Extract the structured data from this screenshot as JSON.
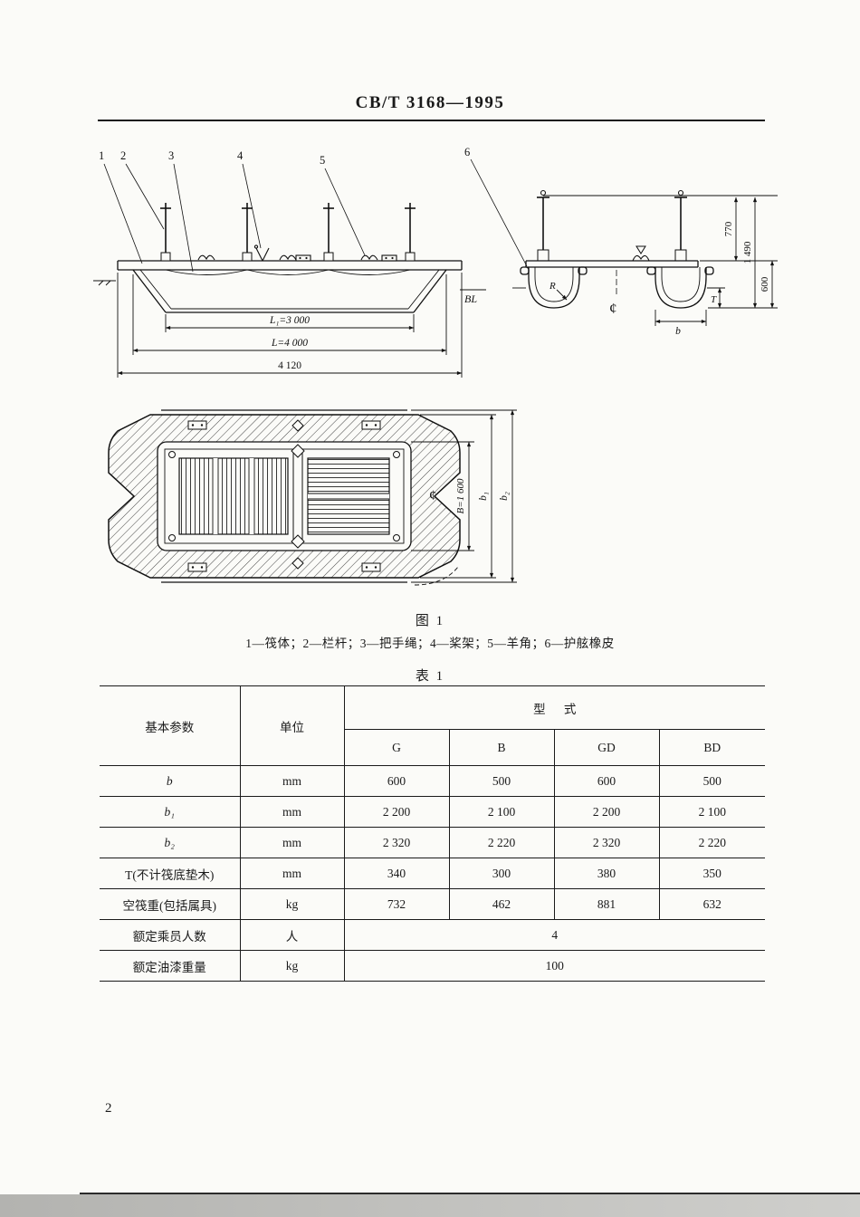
{
  "page": {
    "header_title": "CB/T 3168—1995",
    "page_number": "2"
  },
  "figure1": {
    "caption": "图 1",
    "legend": "1—筏体；2—栏杆；3—把手绳；4—桨架；5—羊角；6—护舷橡皮",
    "side_view": {
      "callout_1": "1",
      "callout_2": "2",
      "callout_3": "3",
      "callout_4": "4",
      "callout_5": "5",
      "dim_L1": "L₁=3 000",
      "dim_L": "L=4 000",
      "dim_overall": "4 120",
      "label_BL": "BL"
    },
    "end_view": {
      "callout_6": "6",
      "dim_770": "770",
      "dim_1490": "1 490",
      "dim_600": "600",
      "label_T": "T",
      "label_b": "b",
      "label_R": "R",
      "centerline": "¢"
    },
    "plan_view": {
      "dim_B": "B=1 600",
      "label_b1": "b₁",
      "label_b2": "b₂",
      "centerline": "¢"
    }
  },
  "table1": {
    "caption": "表 1",
    "col_param": "基本参数",
    "col_unit": "单位",
    "col_type": "型      式",
    "type_cols": [
      "G",
      "B",
      "GD",
      "BD"
    ],
    "rows": [
      {
        "param": "b",
        "unit": "mm",
        "v": [
          "600",
          "500",
          "600",
          "500"
        ]
      },
      {
        "param": "b₁",
        "unit": "mm",
        "v": [
          "2 200",
          "2 100",
          "2 200",
          "2 100"
        ]
      },
      {
        "param": "b₂",
        "unit": "mm",
        "v": [
          "2 320",
          "2 220",
          "2 320",
          "2 220"
        ]
      },
      {
        "param": "T(不计筏底垫木)",
        "unit": "mm",
        "v": [
          "340",
          "300",
          "380",
          "350"
        ]
      },
      {
        "param": "空筏重(包括属具)",
        "unit": "kg",
        "v": [
          "732",
          "462",
          "881",
          "632"
        ]
      },
      {
        "param": "额定乘员人数",
        "unit": "人",
        "span": "4"
      },
      {
        "param": "额定油漆重量",
        "unit": "kg",
        "span": "100"
      }
    ]
  }
}
